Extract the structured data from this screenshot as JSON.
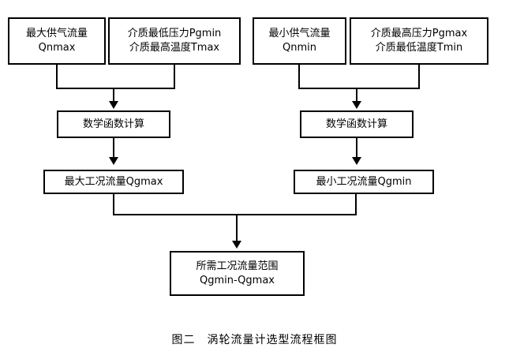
{
  "figure": {
    "caption": "图二　涡轮流量计选型流程框图",
    "background_color": "#ffffff",
    "line_color": "#000000"
  },
  "nodes": {
    "qnmax": {
      "line1": "最大供气流量",
      "line2": "Qnmax"
    },
    "pgmin_tmax": {
      "line1": "介质最低压力Pgmin",
      "line2": "介质最高温度Tmax"
    },
    "qnmin": {
      "line1": "最小供气流量",
      "line2": "Qnmin"
    },
    "pgmax_tmin": {
      "line1": "介质最高压力Pgmax",
      "line2": "介质最低温度Tmin"
    },
    "calc_left": {
      "label": "数学函数计算"
    },
    "calc_right": {
      "label": "数学函数计算"
    },
    "qgmax": {
      "label": "最大工况流量Qgmax"
    },
    "qgmin": {
      "label": "最小工况流量Qgmin"
    },
    "result": {
      "line1": "所需工况流量范围",
      "line2": "Qgmin-Qgmax"
    }
  },
  "edges": [
    {
      "name": "qnmax-to-merge-left",
      "from": "qnmax",
      "to": "calc_left"
    },
    {
      "name": "pgmin-tmax-to-merge-left",
      "from": "pgmin_tmax",
      "to": "calc_left"
    },
    {
      "name": "merge-left-to-calc-left",
      "from": "merge_left",
      "to": "calc_left"
    },
    {
      "name": "calc-left-to-qgmax",
      "from": "calc_left",
      "to": "qgmax"
    },
    {
      "name": "qnmin-to-merge-right",
      "from": "qnmin",
      "to": "calc_right"
    },
    {
      "name": "pgmax-tmin-to-merge-right",
      "from": "pgmax_tmin",
      "to": "calc_right"
    },
    {
      "name": "merge-right-to-calc-right",
      "from": "merge_right",
      "to": "calc_right"
    },
    {
      "name": "calc-right-to-qgmin",
      "from": "calc_right",
      "to": "qgmin"
    },
    {
      "name": "qgmax-to-merge-bottom",
      "from": "qgmax",
      "to": "result"
    },
    {
      "name": "qgmin-to-merge-bottom",
      "from": "qgmin",
      "to": "result"
    },
    {
      "name": "merge-bottom-to-result",
      "from": "merge_bottom",
      "to": "result"
    }
  ]
}
